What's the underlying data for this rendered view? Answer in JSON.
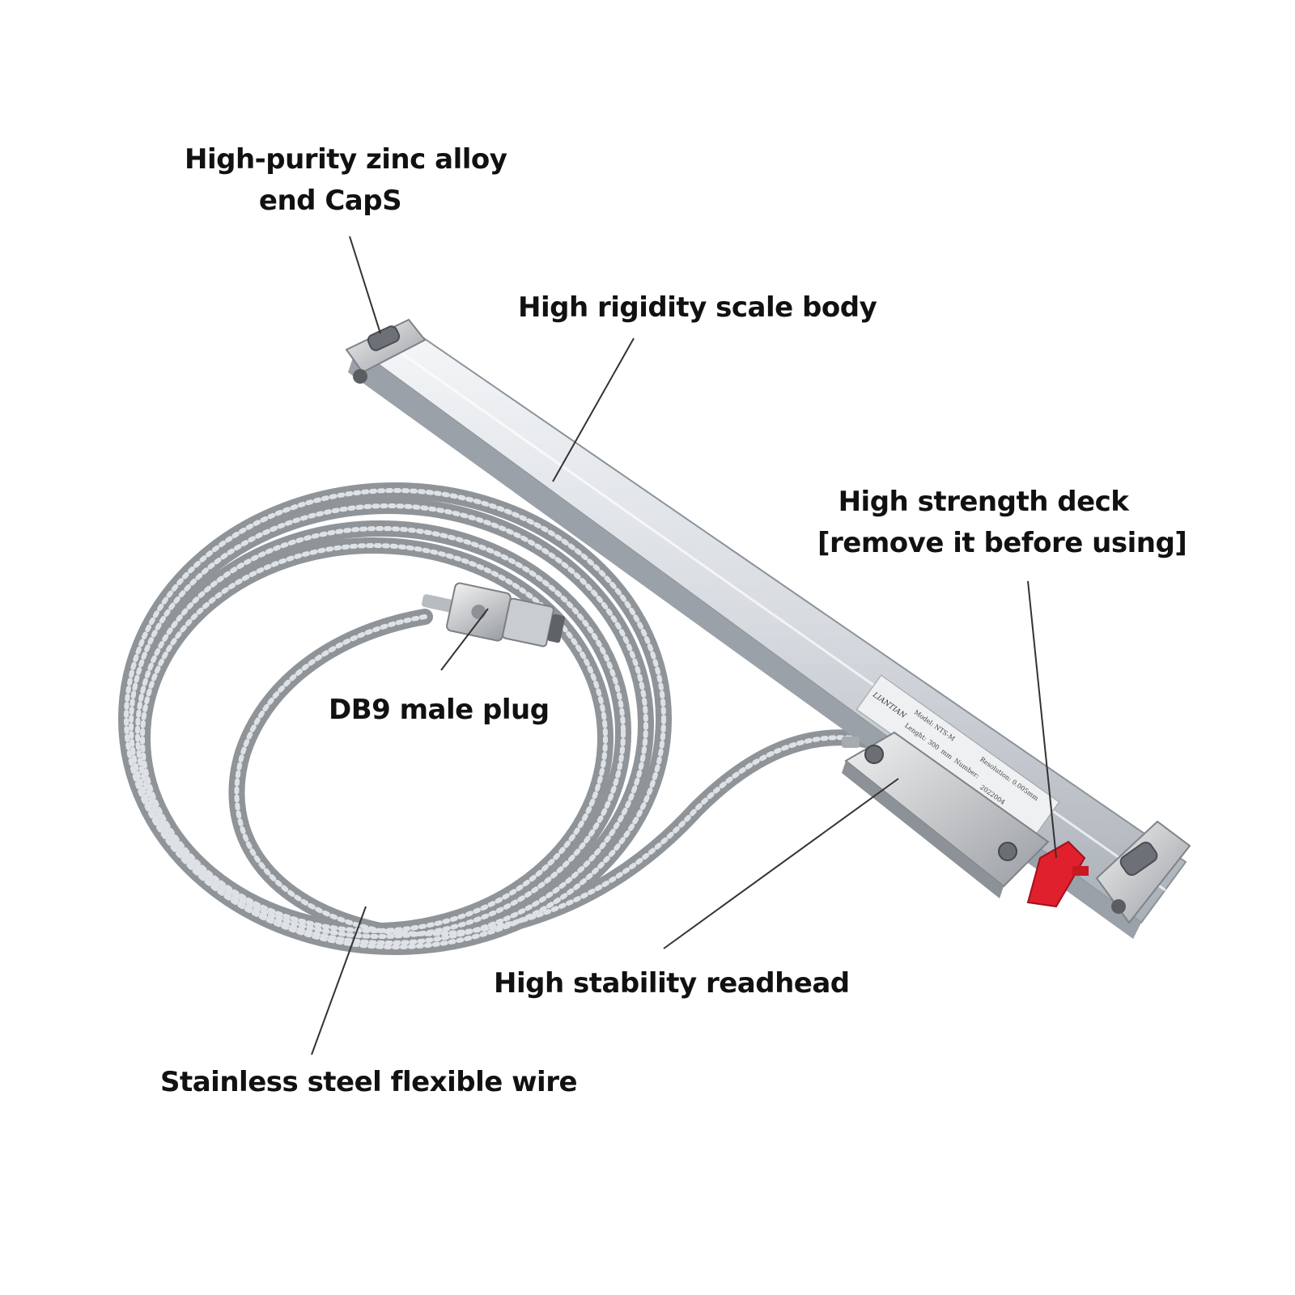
{
  "callouts": {
    "end_caps": {
      "line1": "High-purity zinc alloy",
      "line2": "end CapS"
    },
    "scale_body": {
      "text": "High rigidity scale body"
    },
    "deck": {
      "line1": "High strength deck",
      "line2": "[remove it before using]"
    },
    "plug": {
      "text": "DB9 male plug"
    },
    "readhead": {
      "text": "High stability readhead"
    },
    "wire": {
      "text": "Stainless steel flexible wire"
    }
  },
  "scale_label": {
    "brand": "LIANTIAN",
    "model": "Model: NTS-M",
    "resolution": "Resolution: 0.005mm",
    "length_label": "Lenght:",
    "length_value": "300",
    "length_unit": "mm",
    "number_label": "Number:",
    "number_value": "2022004"
  },
  "colors": {
    "text": "#111111",
    "leader": "#333333",
    "aluminium": "#d9dde1",
    "deck_red": "#e0202c",
    "background": "#ffffff"
  }
}
